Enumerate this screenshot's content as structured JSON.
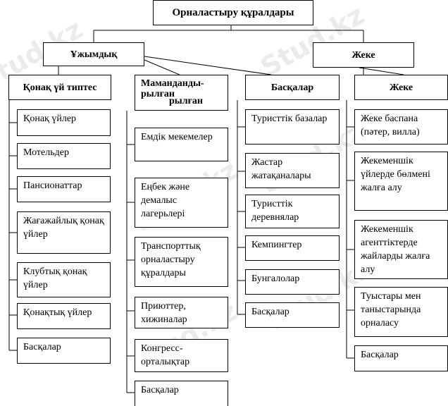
{
  "root": {
    "title": "Орналастыру құралдары"
  },
  "level1": {
    "collective": "Ұжымдық",
    "private": "Жеке"
  },
  "columns": [
    {
      "header": "Қонақ үй типтес",
      "items": [
        "Қонақ үйлер",
        "Мотельдер",
        "Пансионаттар",
        "Жағажайлық қонақ үйлер",
        "Клубтық қонақ үйлер",
        "Қонақтық үйлер",
        "Басқалар"
      ]
    },
    {
      "header": "Мамандандырылған",
      "header_line1": "Мамандан­ды-",
      "header_line2": "рылған",
      "header_line3": "рылған",
      "items": [
        "Емдік мекемелер",
        "Еңбек және демалыс лагерьлері",
        "Транспорттық орналастыру құралдары",
        "Приюттер, хижиналар",
        "Конгресс-орталықтар",
        "Басқалар"
      ]
    },
    {
      "header": "Басқалар",
      "items": [
        "Туристтік базалар",
        "Жастар жатақаналары",
        "Туристтік деревнялар",
        "Кемпингтер",
        "Бунгалолар",
        "Басқалар"
      ]
    },
    {
      "header": "Жеке",
      "items": [
        "Жеке баспана (пәтер, вилла)",
        "Жекеменшік үйлерде бөлмені жалға алу",
        "Жекеменшік агенттіктерде жайларды жалға алу",
        "Туыстары мен таныстарында орналасу",
        "Басқалар"
      ]
    }
  ],
  "watermark": {
    "text": "Stud.kz"
  },
  "colors": {
    "line": "#000000",
    "watermark": "#e6e6e6"
  }
}
